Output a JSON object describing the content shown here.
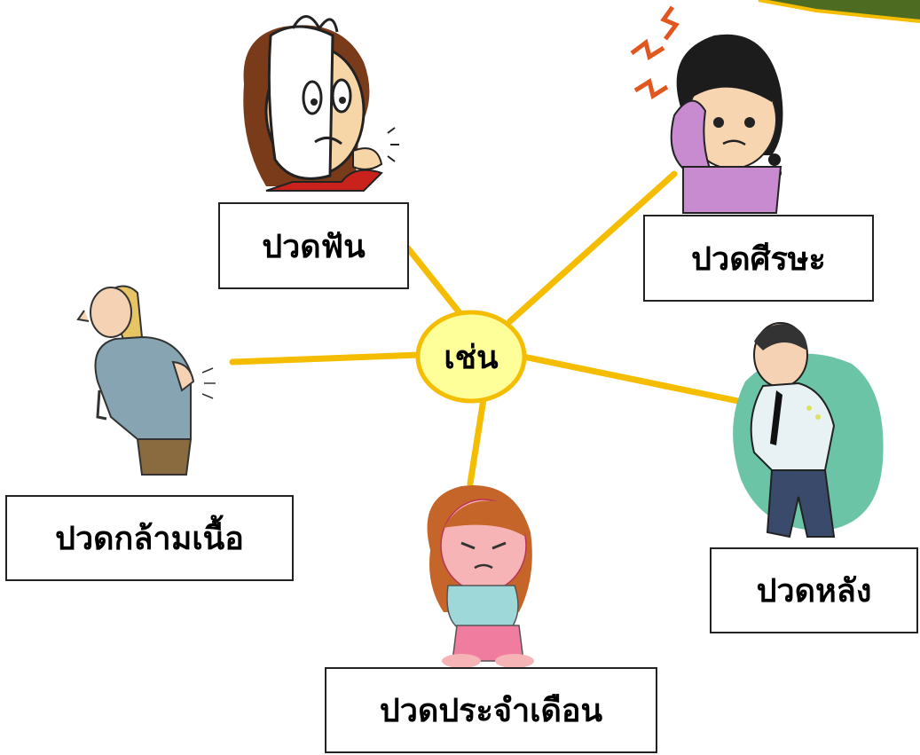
{
  "hub": {
    "label": "เช่น"
  },
  "labels": {
    "toothache": "ปวดฟัน",
    "headache": "ปวดศีรษะ",
    "muscle_pain": "ปวดกล้ามเนื้อ",
    "back_pain": "ปวดหลัง",
    "menstrual_pain": "ปวดประจำเดือน"
  },
  "colors": {
    "connector": "#f5bd00",
    "hub_fill": "#ffff9a",
    "hub_stroke": "#f5bd00",
    "box_border": "#222222",
    "corner_accent": "#4e6b22"
  },
  "illustrations": [
    "toothache-person-icon",
    "headache-girl-icon",
    "back-pain-man-icon",
    "stomach-pain-man-icon",
    "menstrual-pain-girl-icon"
  ]
}
